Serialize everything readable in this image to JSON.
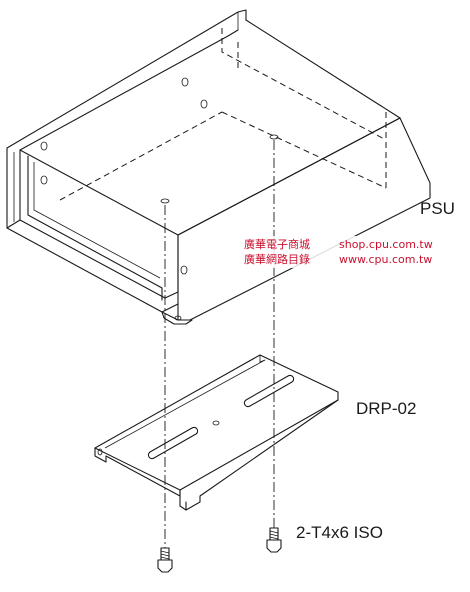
{
  "labels": {
    "psu": "PSU",
    "rail": "DRP-02",
    "screws": "2-T4x6 ISO"
  },
  "watermark": {
    "line1_cn": "廣華電子商城",
    "line1_url": "shop.cpu.com.tw",
    "line2_cn": "廣華網路目錄",
    "line2_url": "www.cpu.com.tw",
    "color": "#c8102e"
  }
}
